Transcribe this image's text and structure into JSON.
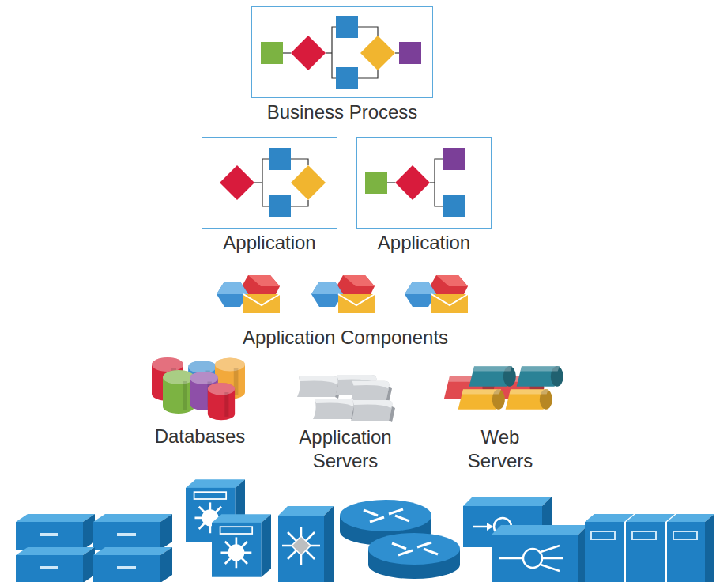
{
  "diagram": {
    "nodes": [
      {
        "text": [
          "Business Process"
        ]
      },
      {
        "text": [
          "Application"
        ]
      },
      {
        "text": [
          "Application"
        ]
      }
    ],
    "labels": [
      "Application Components",
      "Databases",
      "Application Servers",
      "Web Servers"
    ]
  }
}
